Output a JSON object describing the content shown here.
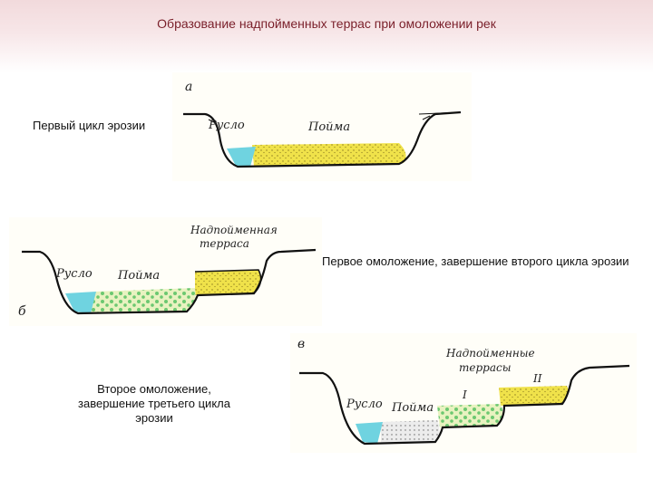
{
  "slide": {
    "title": "Образование надпойменных террас при омоложении рек",
    "captions": {
      "a": "Первый цикл эрозии",
      "b": "Первое омоложение, завершение второго цикла эрозии",
      "c": "Второе омоложение, завершение третьего цикла эрозии"
    }
  },
  "figures": {
    "a": {
      "letter": "а",
      "channel": "Русло",
      "floodplain": "Пойма"
    },
    "b": {
      "letter": "б",
      "channel": "Русло",
      "floodplain": "Пойма",
      "terrace": "Надпойменная терраса",
      "terrace_line1": "Надпойменная",
      "terrace_line2": "терраса"
    },
    "c": {
      "letter": "в",
      "channel": "Русло",
      "floodplain": "Пойма",
      "terraces_line1": "Надпойменные",
      "terraces_line2": "террасы",
      "terrace_1": "I",
      "terrace_2": "II"
    }
  },
  "colors": {
    "water": "#6fd3e0",
    "alluvium": "#f0e24a",
    "gravel": "#e8f2c0",
    "gravel_dots": "#6cc870",
    "ground": "#111111"
  }
}
